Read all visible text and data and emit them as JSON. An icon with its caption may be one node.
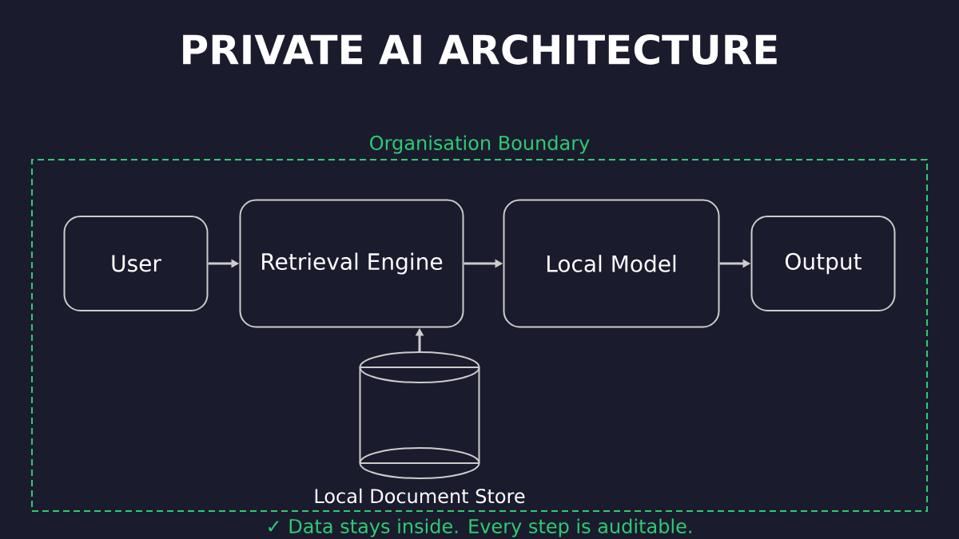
{
  "diagram": {
    "title": "PRIVATE AI ARCHITECTURE",
    "caption": "✓ Data stays inside. Every step is auditable.",
    "nodes": [
      {
        "text": [
          "Organisation Boundary"
        ]
      },
      {
        "text": [
          "User"
        ],
        "in": 0
      },
      {
        "text": [
          "Retrieval Engine"
        ],
        "in": 0
      },
      {
        "text": [
          "Local Model"
        ],
        "in": 0
      },
      {
        "text": [
          "Output"
        ],
        "in": 0
      },
      {
        "text": [
          "Local Document Store"
        ],
        "in": 0
      }
    ],
    "edges": [
      {
        "from": 1,
        "to": 2,
        "arrow": "to"
      },
      {
        "from": 2,
        "to": 3,
        "arrow": "to"
      },
      {
        "from": 3,
        "to": 4,
        "arrow": "to"
      },
      {
        "from": 5,
        "to": 2,
        "arrow": "to"
      }
    ]
  }
}
